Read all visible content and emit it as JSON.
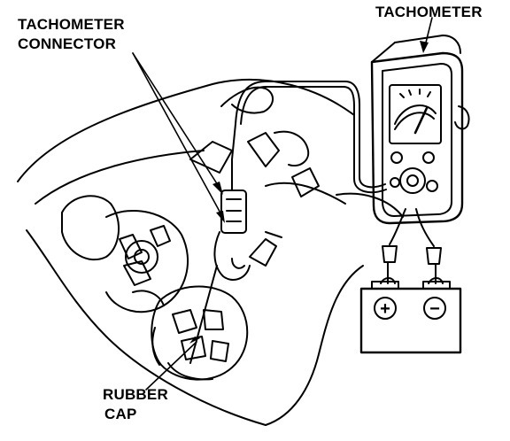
{
  "labels": {
    "tachometer_connector_line1": "TACHOMETER",
    "tachometer_connector_line2": "CONNECTOR",
    "tachometer": "TACHOMETER",
    "rubber_cap_line1": "RUBBER",
    "rubber_cap_line2": "CAP"
  },
  "battery": {
    "positive_symbol": "+",
    "negative_symbol": "−"
  },
  "colors": {
    "ink": "#000000",
    "paper": "#ffffff"
  }
}
